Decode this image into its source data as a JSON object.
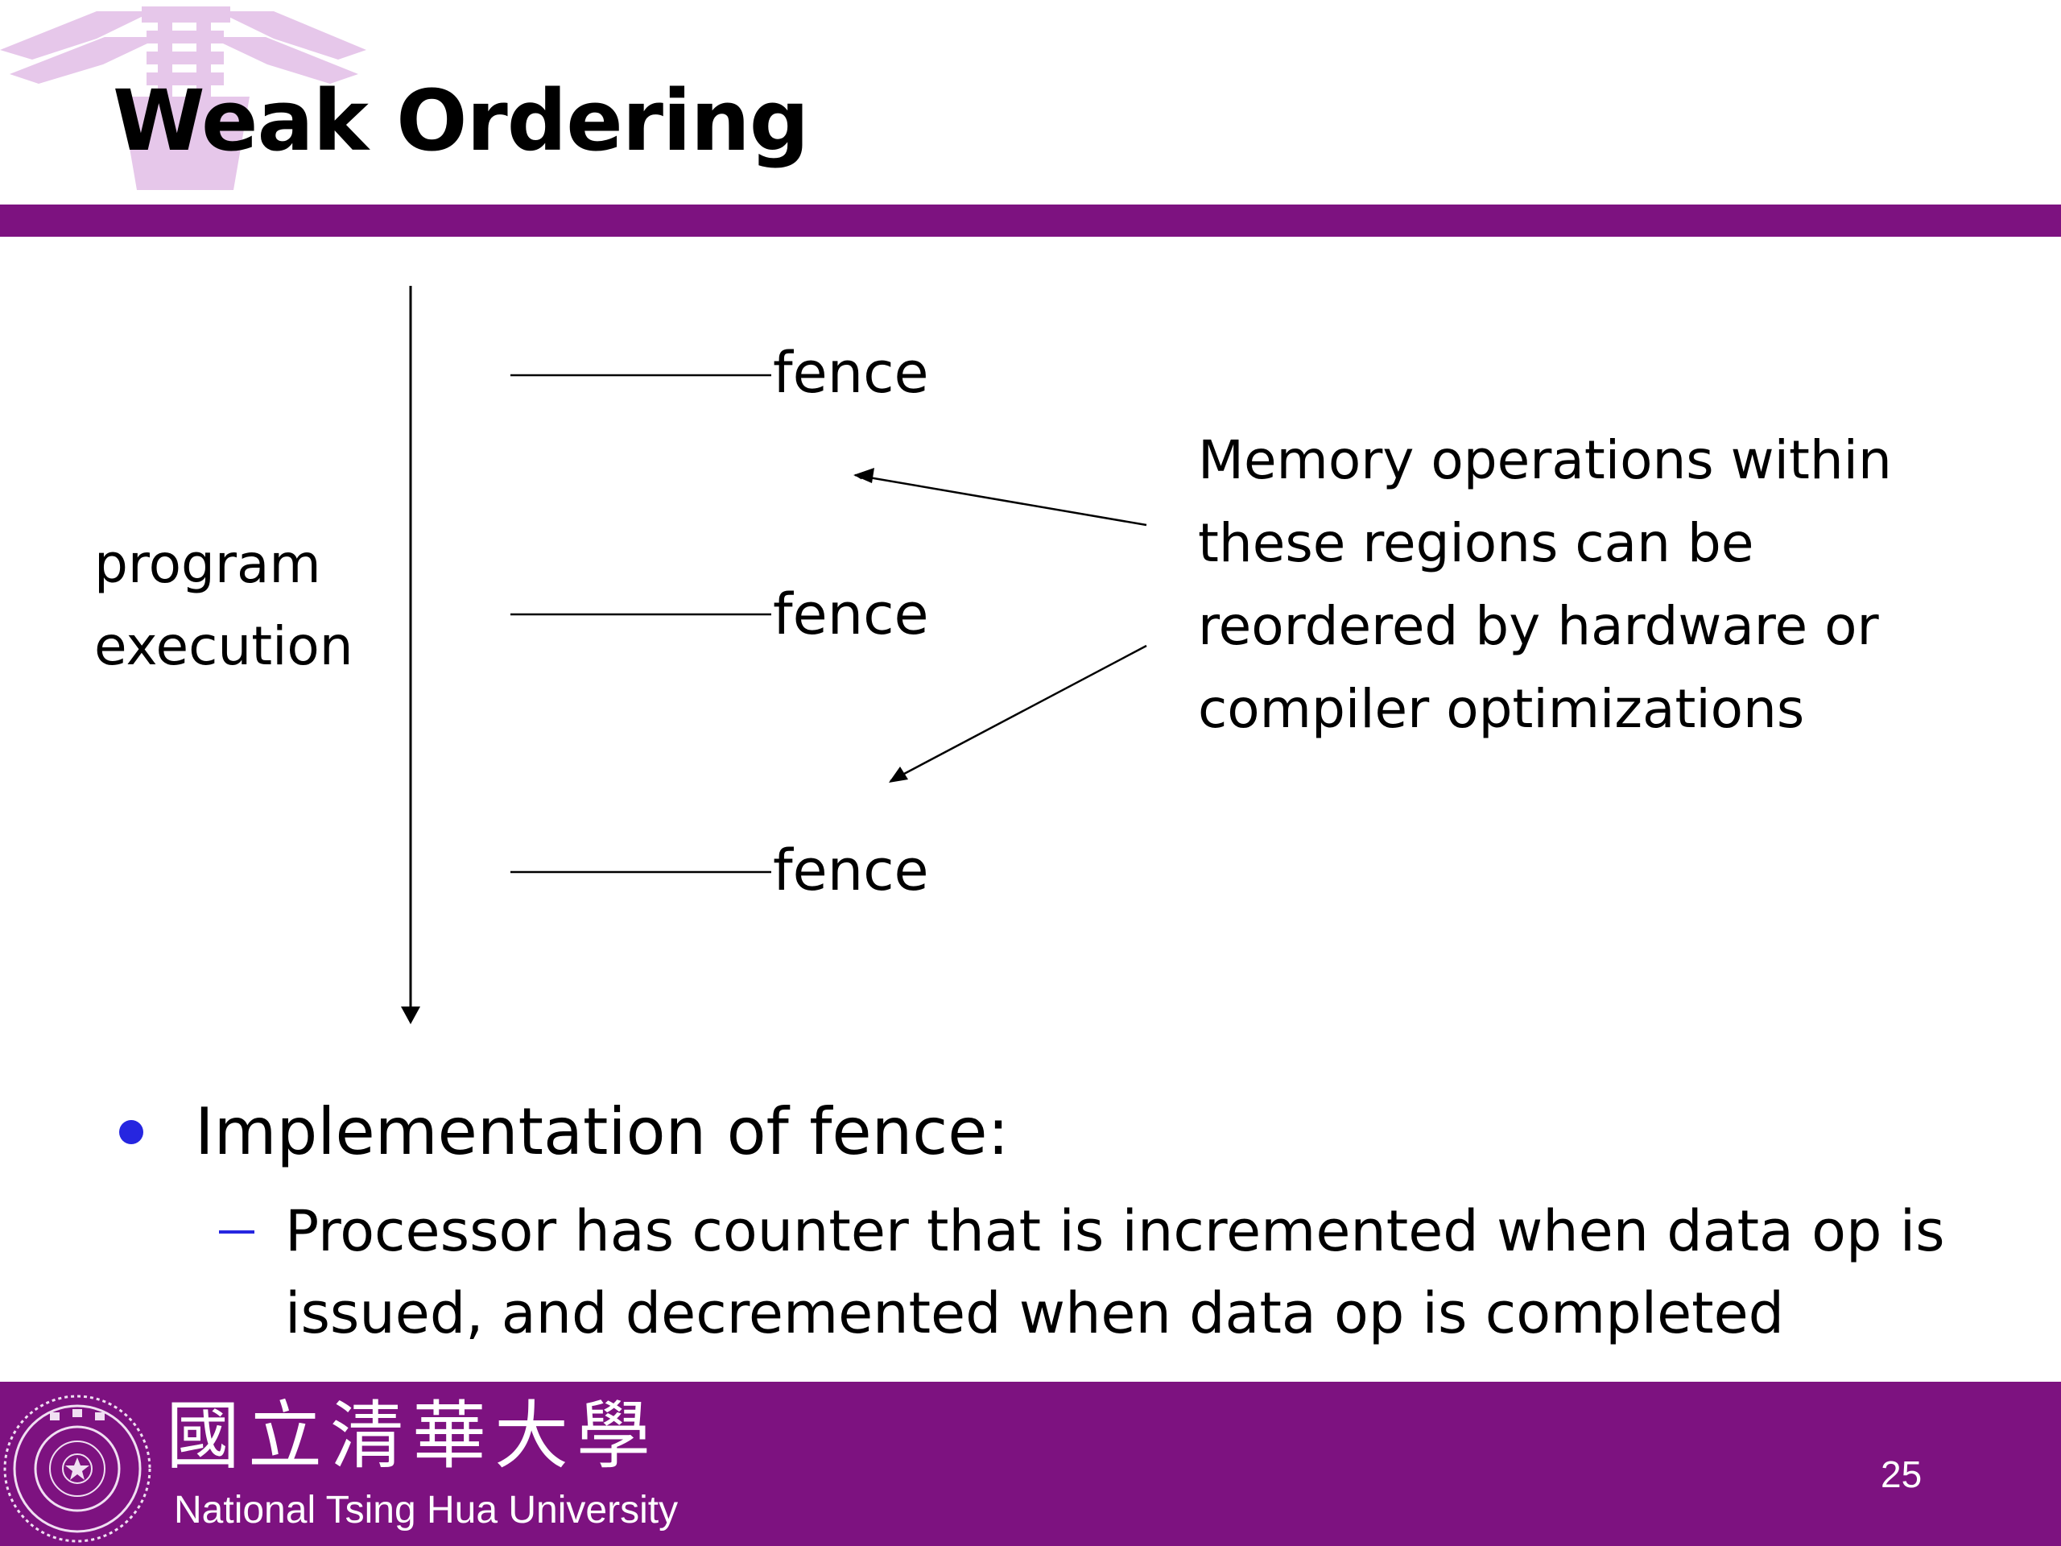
{
  "slide": {
    "title": "Weak Ordering",
    "colors": {
      "accent": "#7d1280",
      "bullet": "#2626e0",
      "watermark": "#e6c7ea"
    }
  },
  "diagram": {
    "axis_label_line1": "program",
    "axis_label_line2": "execution",
    "fences": [
      "fence",
      "fence",
      "fence"
    ],
    "note_lines": [
      "Memory operations within",
      "these regions can be",
      "reordered by hardware or",
      "compiler optimizations"
    ]
  },
  "bullets": {
    "main": "Implementation of fence:",
    "sub_lines": [
      "Processor has counter that is incremented when data op is",
      "issued, and decremented when data op is completed"
    ]
  },
  "footer": {
    "chinese_name": "國立清華大學",
    "university": "National Tsing Hua University",
    "page_number": "25"
  }
}
